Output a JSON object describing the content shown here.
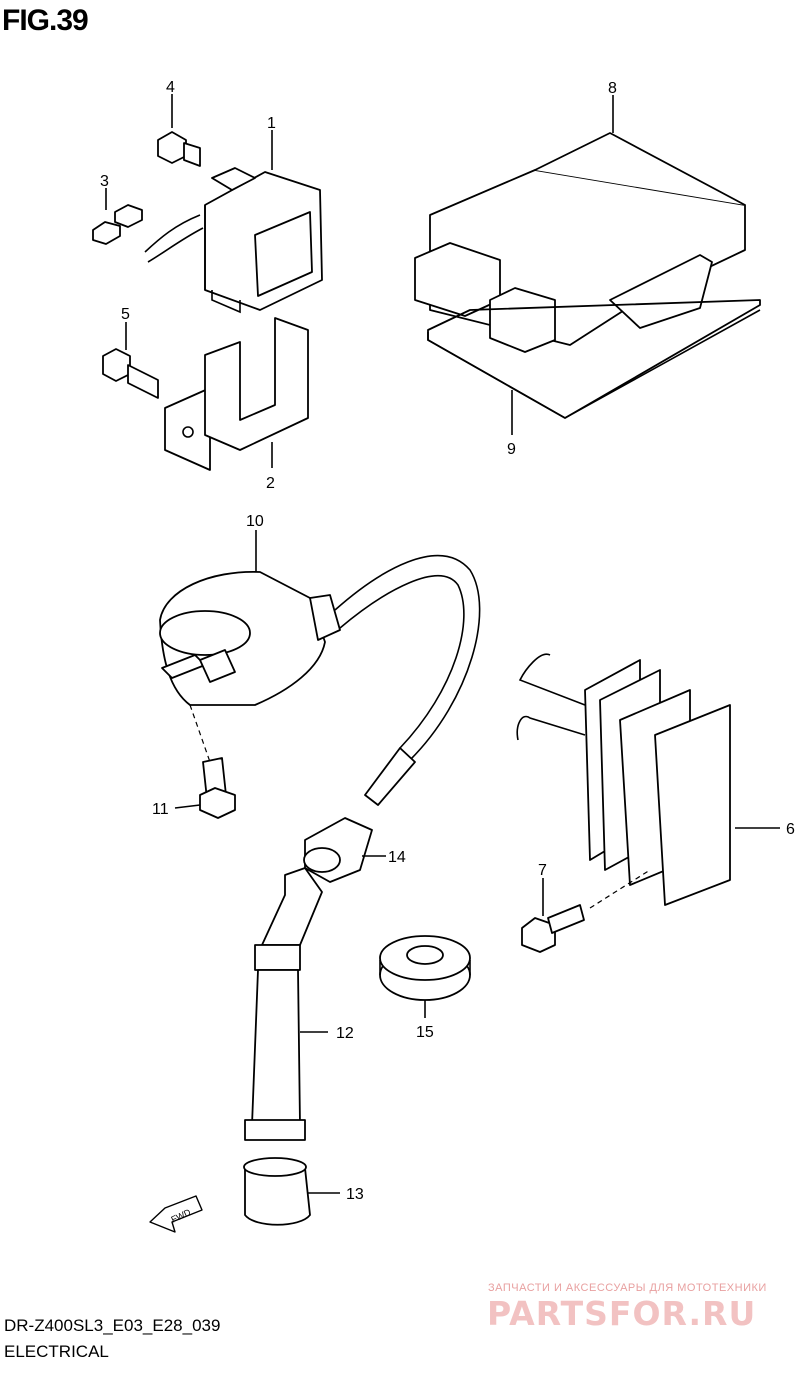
{
  "figure": {
    "title": "FIG.39"
  },
  "callouts": [
    "1",
    "2",
    "3",
    "4",
    "5",
    "6",
    "7",
    "8",
    "9",
    "10",
    "11",
    "12",
    "13",
    "14",
    "15"
  ],
  "fwd_label": "FWD",
  "footer": {
    "model_code": "DR-Z400SL3_E03_E28_039",
    "section": "ELECTRICAL"
  },
  "watermark": {
    "tagline": "ЗАПЧАСТИ И АКСЕССУАРЫ ДЛЯ МОТОТЕХНИКИ",
    "logo_text": "PARTSFOR.RU"
  },
  "colors": {
    "line": "#000000",
    "background": "#ffffff",
    "watermark": "#e8a0a0"
  }
}
